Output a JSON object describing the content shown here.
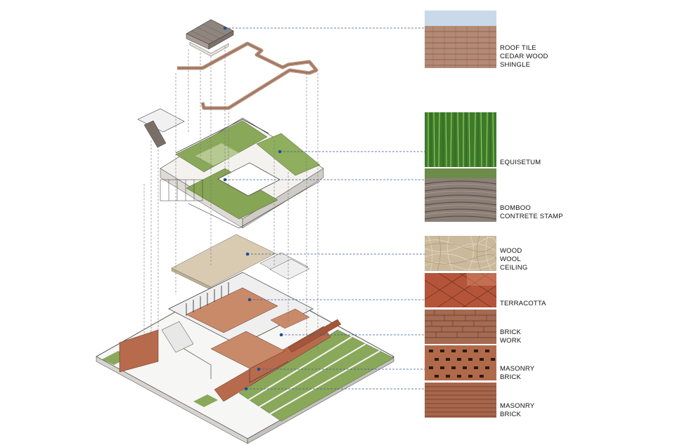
{
  "materials": [
    {
      "id": "roof-tile",
      "lines": [
        "ROOF TILE",
        "CEDAR WOOD",
        "SHINGLE"
      ],
      "color": "#b48a74"
    },
    {
      "id": "equisetum",
      "lines": [
        "EQUISETUM"
      ],
      "color": "#4f8d35"
    },
    {
      "id": "bamboo-concrete",
      "lines": [
        "BOMBOO",
        "CONTRETE STAMP"
      ],
      "color": "#8b7f76"
    },
    {
      "id": "wood-wool",
      "lines": [
        "WOOD",
        "WOOL",
        "CEILING"
      ],
      "color": "#cbb99c"
    },
    {
      "id": "terracotta",
      "lines": [
        "TERRACOTTA"
      ],
      "color": "#b4553a"
    },
    {
      "id": "brick-work",
      "lines": [
        "BRICK",
        "WORK"
      ],
      "color": "#a56a52"
    },
    {
      "id": "masonry-brick-1",
      "lines": [
        "MASONRY",
        "BRICK"
      ],
      "color": "#b06a4a"
    },
    {
      "id": "masonry-brick-2",
      "lines": [
        "MASONRY",
        "BRICK"
      ],
      "color": "#a7664c"
    }
  ],
  "colors": {
    "leader": "#3a5f8f",
    "dot": "#1e4f9a",
    "lawn": "#8aa85a",
    "brick": "#b86a4c",
    "floor": "#c98a6a"
  }
}
